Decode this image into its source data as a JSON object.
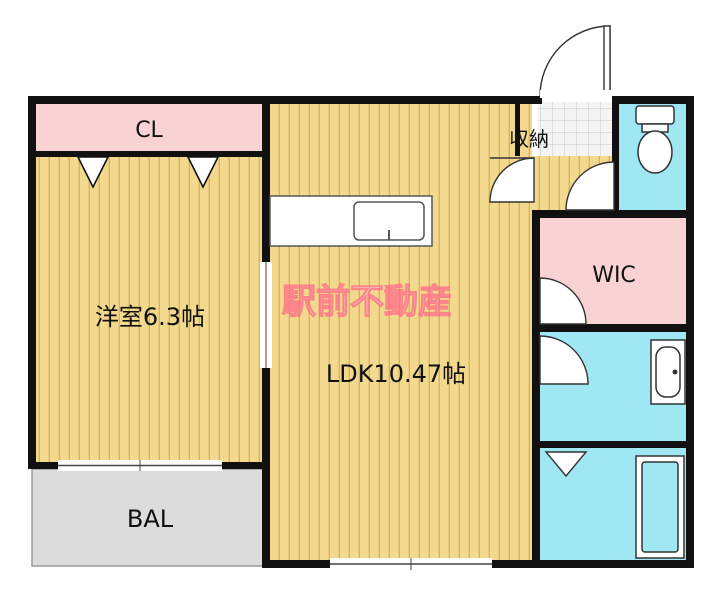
{
  "rooms": {
    "closet": "CL",
    "western_room": "洋室6.3帖",
    "ldk": "LDK10.47帖",
    "storage": "収納",
    "wic": "WIC",
    "balcony": "BAL"
  },
  "watermark": "駅前不動産",
  "colors": {
    "floor_wood": "#f3d98e",
    "wood_stripe": "#d9b45a",
    "closet_pink": "#f9d2d3",
    "water_blue": "#9fe7f2",
    "balcony_gray": "#dcdcdc",
    "wall": "#111111",
    "watermark_pink": "#ff6f8a"
  }
}
